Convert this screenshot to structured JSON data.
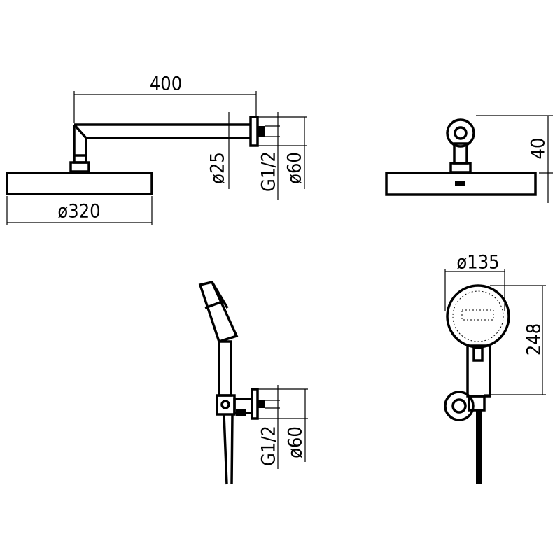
{
  "colors": {
    "line": "#000000",
    "background": "#ffffff"
  },
  "views": {
    "overhead_side": {
      "arm_length": "400",
      "arm_diameter": "ø25",
      "thread": "G1/2",
      "flange_diameter": "ø60",
      "head_diameter": "ø320"
    },
    "overhead_front": {
      "arm_height": "40"
    },
    "hand_side": {
      "thread": "G1/2",
      "flange_diameter": "ø60"
    },
    "hand_front": {
      "head_diameter": "ø135",
      "length": "248"
    }
  }
}
